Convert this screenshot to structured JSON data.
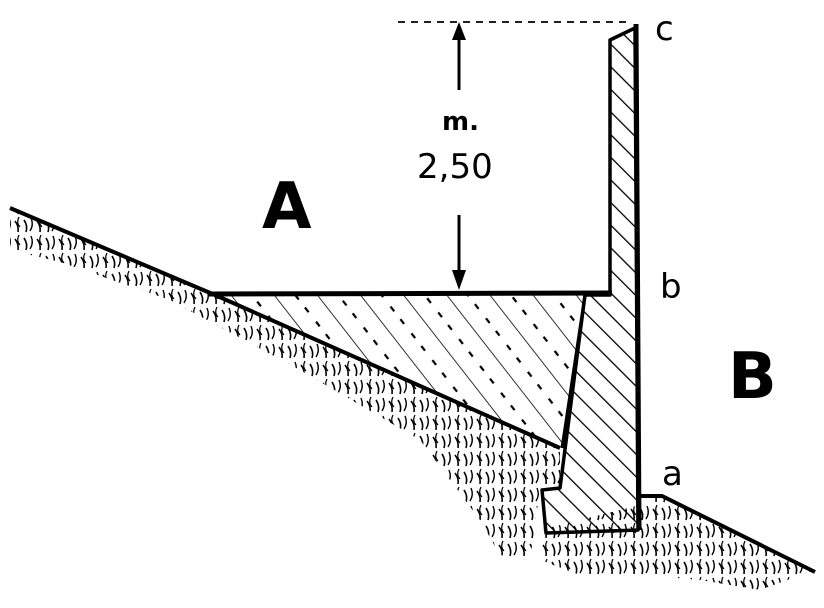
{
  "labels": {
    "region_left": "A",
    "region_right": "B",
    "point_top": "c",
    "point_mid": "b",
    "point_bottom": "a",
    "dimension_unit": "m.",
    "dimension_value": "2,50"
  },
  "colors": {
    "ink": "#000000",
    "paper": "#ffffff"
  }
}
